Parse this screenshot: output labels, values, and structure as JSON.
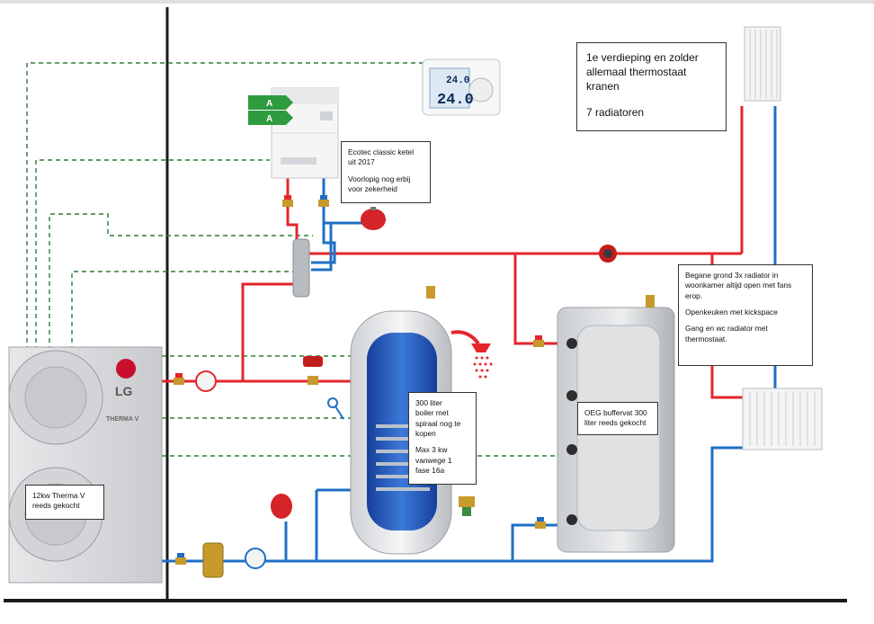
{
  "colors": {
    "hot_pipe": "#e3262b",
    "cold_pipe": "#1f6fc4",
    "signal_line": "#2e7d32",
    "energy_label_green": "#2e9b3f",
    "lg_red": "#c8102e"
  },
  "labels": {
    "upper_floors": {
      "line1": "1e verdieping en zolder",
      "line2": "allemaal thermostaat",
      "line3": "kranen",
      "line4": "7 radiatoren"
    },
    "boiler_gas": {
      "line1": "Ecotec classic ketel",
      "line2": "uit 2017",
      "line3": "Voorlopig nog erbij",
      "line4": "voor zekerheid"
    },
    "ground_floor": {
      "line1": "Begane grond 3x radiator in",
      "line2": "woonkamer altijd open met fans",
      "line3": "erop.",
      "line4": "Openkeuken met kickspace",
      "line5": "Gang en wc radiator met",
      "line6": "thermostaat."
    },
    "boiler_tank": {
      "line1": "300 liter",
      "line2": "boiler met",
      "line3": "spiraal nog te",
      "line4": "kopen",
      "line5": "Max 3 kw",
      "line6": "vanwege 1",
      "line7": "fase 16a"
    },
    "buffer_tank": {
      "line1": "OEG buffervat 300",
      "line2": "liter reeds gekocht"
    },
    "heat_pump": {
      "line1": "12kw Therma V",
      "line2": "reeds gekocht"
    }
  },
  "device_text": {
    "thermostat_display_top": "24.0",
    "thermostat_display_bottom": "24.0",
    "energy_class_1": "A",
    "energy_class_2": "A",
    "heatpump_brand": "LG",
    "heatpump_model": "THERMA V"
  },
  "icons": [
    "thermostat-icon",
    "gas-boiler-icon",
    "heat-pump-icon",
    "boiler-tank-icon",
    "buffer-tank-icon",
    "radiator-icon",
    "pump-icon",
    "expansion-vessel-icon",
    "valve-icon",
    "thermometer-icon",
    "showerhead-icon",
    "hydraulic-separator-icon",
    "dirt-separator-icon",
    "three-way-valve-icon"
  ]
}
